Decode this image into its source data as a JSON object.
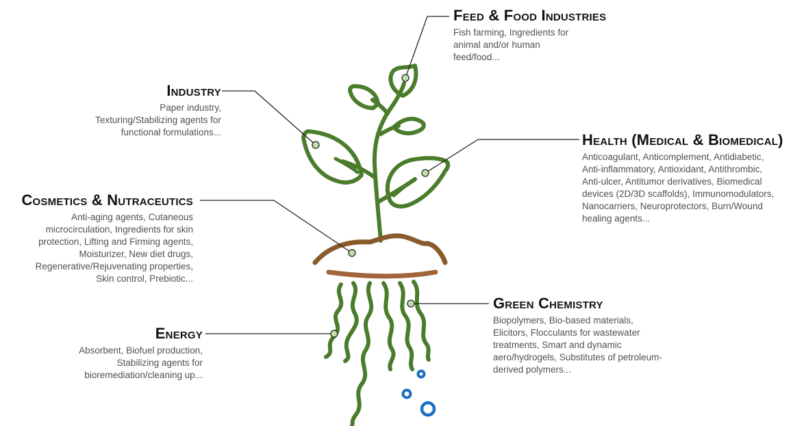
{
  "colors": {
    "plant": "#4a7c2b",
    "soil": "#8b5a2b",
    "soil_line": "#a0653a",
    "dot_fill": "#bfe0a8",
    "water": "#1a6fbf",
    "leader": "#222222"
  },
  "sections": {
    "feed": {
      "title": "Feed & Food Industries",
      "lines": [
        "Fish farming, Ingredients for",
        "animal and/or human",
        "feed/food..."
      ]
    },
    "industry": {
      "title": "Industry",
      "lines": [
        "Paper industry,",
        "Texturing/Stabilizing agents for",
        "functional formulations..."
      ]
    },
    "health": {
      "title": "Health (Medical & Biomedical)",
      "lines": [
        "Anticoagulant, Anticomplement, Antidiabetic,",
        "Anti-inflammatory, Antioxidant, Antithrombic,",
        "Anti-ulcer, Antitumor derivatives, Biomedical",
        "devices (2D/3D scaffolds), Immunomodulators,",
        "Nanocarriers, Neuroprotectors, Burn/Wound",
        "healing agents..."
      ]
    },
    "cosmetics": {
      "title": "Cosmetics & Nutraceutics",
      "lines": [
        "Anti-aging agents, Cutaneous",
        "microcirculation, Ingredients for skin",
        "protection, Lifting and Firming agents,",
        "Moisturizer, New diet drugs,",
        "Regenerative/Rejuvenating properties,",
        "Skin control, Prebiotic..."
      ]
    },
    "green": {
      "title": "Green Chemistry",
      "lines": [
        "Biopolymers, Bio-based materials,",
        "Elicitors, Flocculants for wastewater",
        "treatments, Smart and dynamic",
        "aero/hydrogels, Substitutes of petroleum-",
        "derived polymers..."
      ]
    },
    "energy": {
      "title": "Energy",
      "lines": [
        "Absorbent, Biofuel production,",
        "Stabilizing agents for",
        "bioremediation/cleaning up..."
      ]
    }
  }
}
